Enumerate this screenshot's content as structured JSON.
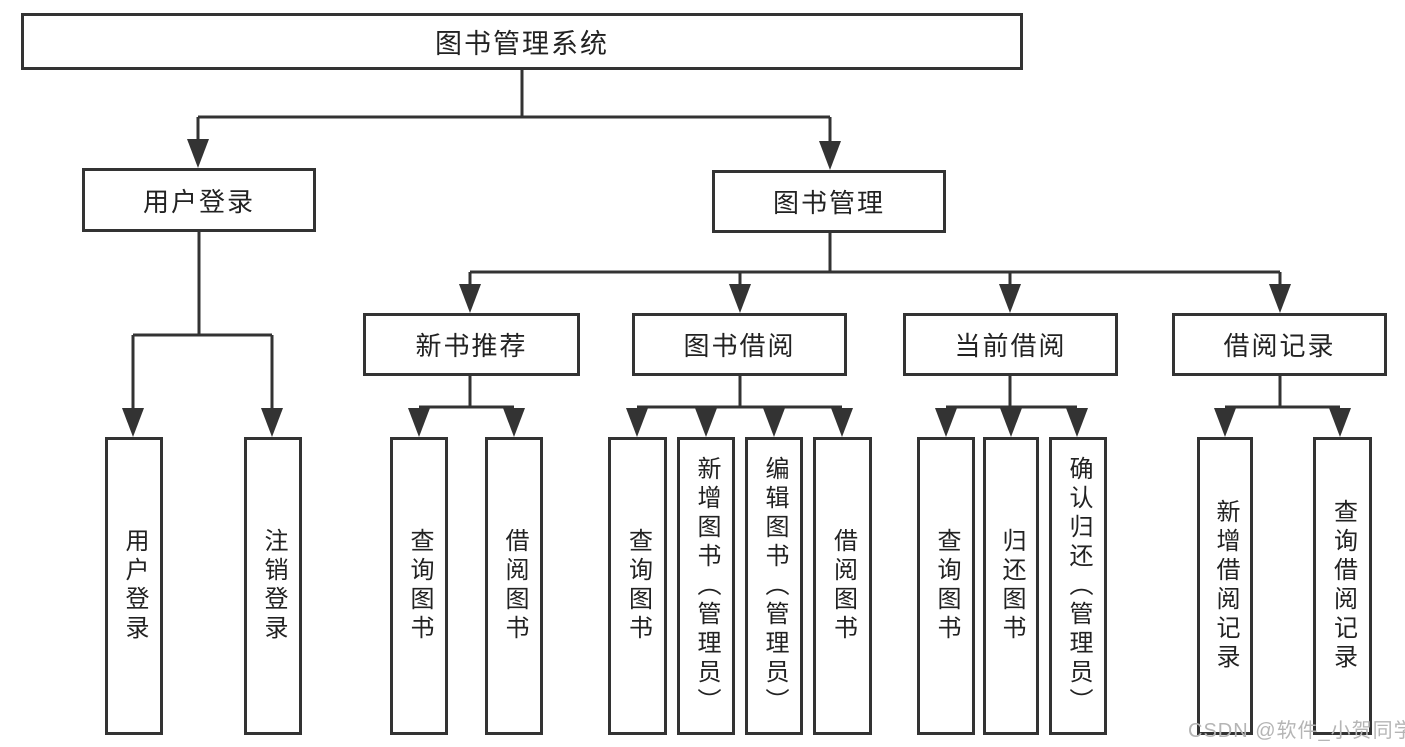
{
  "diagram": {
    "nodes": {
      "root": "图书管理系统",
      "user_login": "用户登录",
      "book_mgmt": "图书管理",
      "new_book_rec": "新书推荐",
      "book_borrow": "图书借阅",
      "current_borrow": "当前借阅",
      "borrow_records": "借阅记录",
      "login": "用户登录",
      "logout": "注销登录",
      "query_book_rec": "查询图书",
      "borrow_book_rec": "借阅图书",
      "query_book_borrow": "查询图书",
      "add_book_admin": "新增图书（管理员）",
      "edit_book_admin": "编辑图书（管理员）",
      "borrow_book_borrow": "借阅图书",
      "query_book_current": "查询图书",
      "return_book": "归还图书",
      "confirm_return_admin": "确认归还（管理员）",
      "add_borrow_record": "新增借阅记录",
      "query_borrow_record": "查询借阅记录"
    },
    "hierarchy": {
      "图书管理系统": {
        "用户登录": [
          "用户登录",
          "注销登录"
        ],
        "图书管理": {
          "新书推荐": [
            "查询图书",
            "借阅图书"
          ],
          "图书借阅": [
            "查询图书",
            "新增图书（管理员）",
            "编辑图书（管理员）",
            "借阅图书"
          ],
          "当前借阅": [
            "查询图书",
            "归还图书",
            "确认归还（管理员）"
          ],
          "借阅记录": [
            "新增借阅记录",
            "查询借阅记录"
          ]
        }
      }
    },
    "colors": {
      "line": "#333333",
      "text": "#222222",
      "box_fill": "#ffffff",
      "watermark": "#b5b5b5"
    }
  },
  "watermark": "CSDN @软件_小贺同学"
}
